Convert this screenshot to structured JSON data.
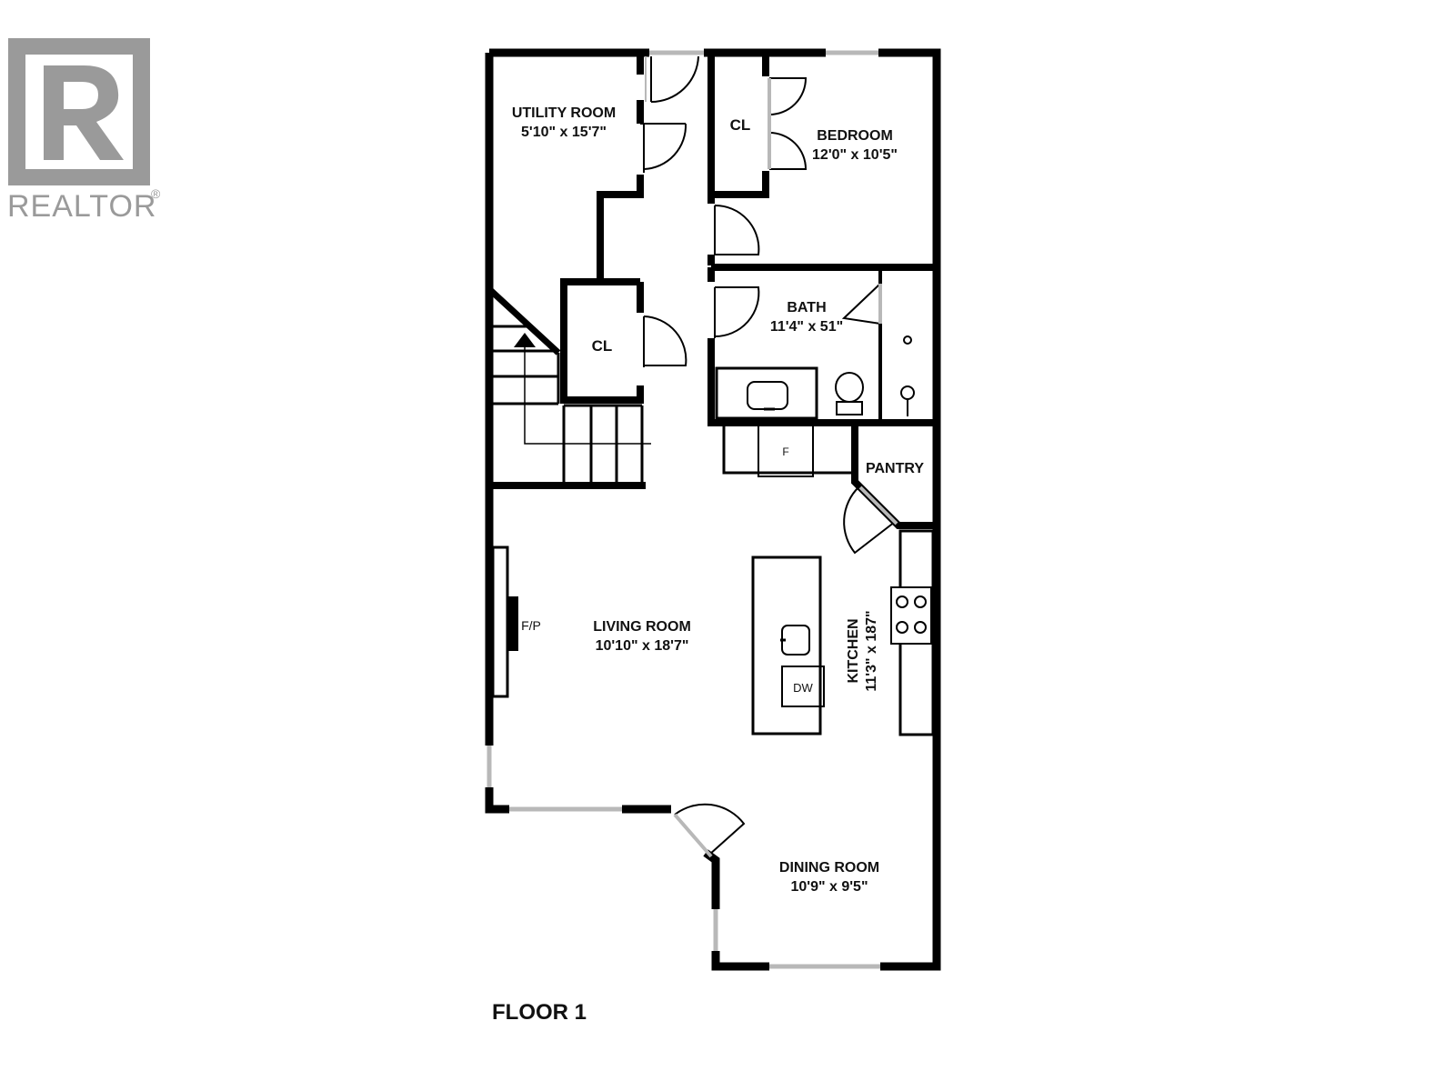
{
  "logo": {
    "text": "REALTOR",
    "mark": "®",
    "color": "#9a9a9a"
  },
  "floor": {
    "title": "FLOOR 1"
  },
  "rooms": {
    "utility": {
      "name": "UTILITY ROOM",
      "size": "5'10\" x 15'7\""
    },
    "bedroom": {
      "name": "BEDROOM",
      "size": "12'0\" x 10'5\""
    },
    "bedroom_closet": {
      "name": "CL"
    },
    "hall_closet": {
      "name": "CL"
    },
    "bath": {
      "name": "BATH",
      "size": "11'4\" x 51\""
    },
    "pantry": {
      "name": "PANTRY"
    },
    "living": {
      "name": "LIVING ROOM",
      "size": "10'10\" x 18'7\""
    },
    "kitchen": {
      "name": "KITCHEN",
      "size": "11'3\" x 187\""
    },
    "dining": {
      "name": "DINING ROOM",
      "size": "10'9\" x 9'5\""
    }
  },
  "fixtures": {
    "fireplace": "F/P",
    "fridge": "F",
    "dishwasher": "DW"
  },
  "colors": {
    "wall": "#000000",
    "window": "#b8b8b8",
    "background": "#ffffff"
  }
}
